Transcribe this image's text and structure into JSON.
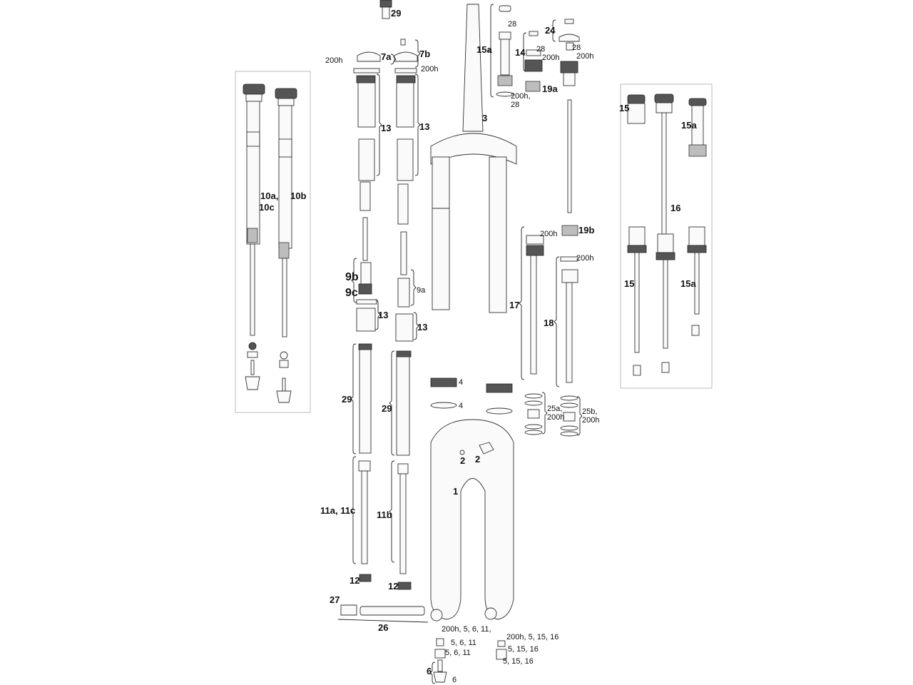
{
  "labels": {
    "l29top": "29",
    "l28a": "28",
    "l15a_top": "15a",
    "l7a": "7a",
    "l7b": "7b",
    "l200h_a": "200h",
    "l200h_b": "200h",
    "l13a": "13",
    "l13b": "13",
    "l13c": "13",
    "l13d": "13",
    "l3": "3",
    "l14": "14",
    "l28b": "28",
    "l200h_c": "200h",
    "l24": "24",
    "l28c": "28",
    "l200h_d": "200h",
    "l19a": "19a",
    "l200h28_1": "200h,",
    "l200h28_2": "28",
    "l15_box": "15",
    "l15a_box": "15a",
    "l16": "16",
    "l15_b": "15",
    "l15a_b": "15a",
    "l10a_1": "10a,",
    "l10a_2": "10c",
    "l10b": "10b",
    "l9b": "9b",
    "l9c": "9c",
    "l9a": "9a",
    "l200h_e": "200h",
    "l19b": "19b",
    "l200h_f": "200h",
    "l17": "17",
    "l18": "18",
    "l4a": "4",
    "l4b": "4",
    "l25a_1": "25a,",
    "l25a_2": "200h",
    "l25b_1": "25b,",
    "l25b_2": "200h",
    "l29a": "29",
    "l29b": "29",
    "l2a": "2",
    "l2b": "2",
    "l1": "1",
    "l11a": "11a, 11c",
    "l11b": "11b",
    "l12a": "12",
    "l12b": "12",
    "l27": "27",
    "l26": "26",
    "l200h_56_11": "200h, 5, 6, 11,",
    "l5611_a": "5, 6, 11",
    "l5611_b": "5, 6, 11",
    "l6a": "6",
    "l6b": "6",
    "l200h51516": "200h, 5, 15, 16",
    "l51516_a": "5, 15, 16",
    "l51516_b": "5, 15, 16"
  }
}
